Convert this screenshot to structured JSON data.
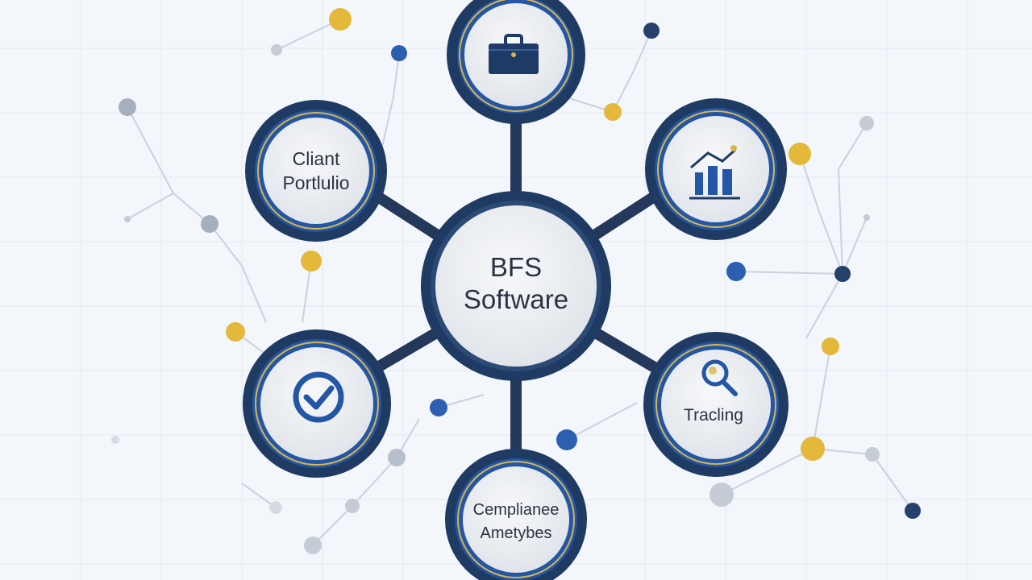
{
  "diagram": {
    "center": {
      "line1": "BFS",
      "line2": "Software"
    },
    "nodes": {
      "top": {
        "icon": "briefcase-icon"
      },
      "upper_left": {
        "line1": "Cliant",
        "line2": "Portlulio"
      },
      "upper_right": {
        "icon": "bar-chart-icon"
      },
      "lower_left": {
        "icon": "check-circle-icon"
      },
      "lower_right": {
        "icon": "magnifier-icon",
        "label": "Tracling"
      },
      "bottom": {
        "line1": "Cemplianee",
        "line2": "Ametybes"
      }
    }
  },
  "colors": {
    "background": "#f3f6fa",
    "navy": "#1f3b63",
    "blue": "#2456a6",
    "gold": "#d8b54a",
    "gray_dot": "#a7b1bd",
    "node_fill": "#eef0f3"
  }
}
